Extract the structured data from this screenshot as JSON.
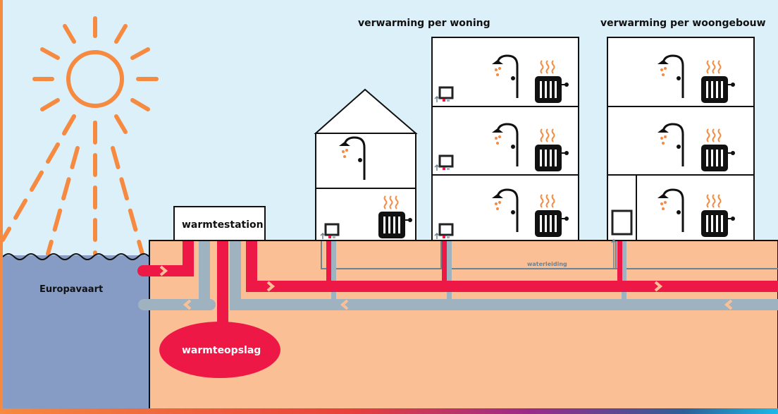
{
  "titles": {
    "per_woning": "verwarming per woning",
    "per_woongebouw": "verwarming per woongebouw"
  },
  "labels": {
    "warmtestation": "warmtestation",
    "europavaart": "Europavaart",
    "warmteopslag": "warmteopslag",
    "waterleiding": "waterleiding"
  },
  "colors": {
    "sky": "#dcf0fa",
    "sun": "#f58a40",
    "water": "#879cc4",
    "ground": "#fbbf95",
    "hot_pipe": "#ee1846",
    "cold_pipe": "#9fb2c0",
    "waterleiding_line": "#6b8392",
    "outline": "#1a1a1a",
    "heat_accent": "#f58a40"
  },
  "icons": [
    "sun-icon",
    "shower-icon",
    "radiator-icon",
    "heat-exchanger-icon",
    "flow-arrow-icon"
  ]
}
